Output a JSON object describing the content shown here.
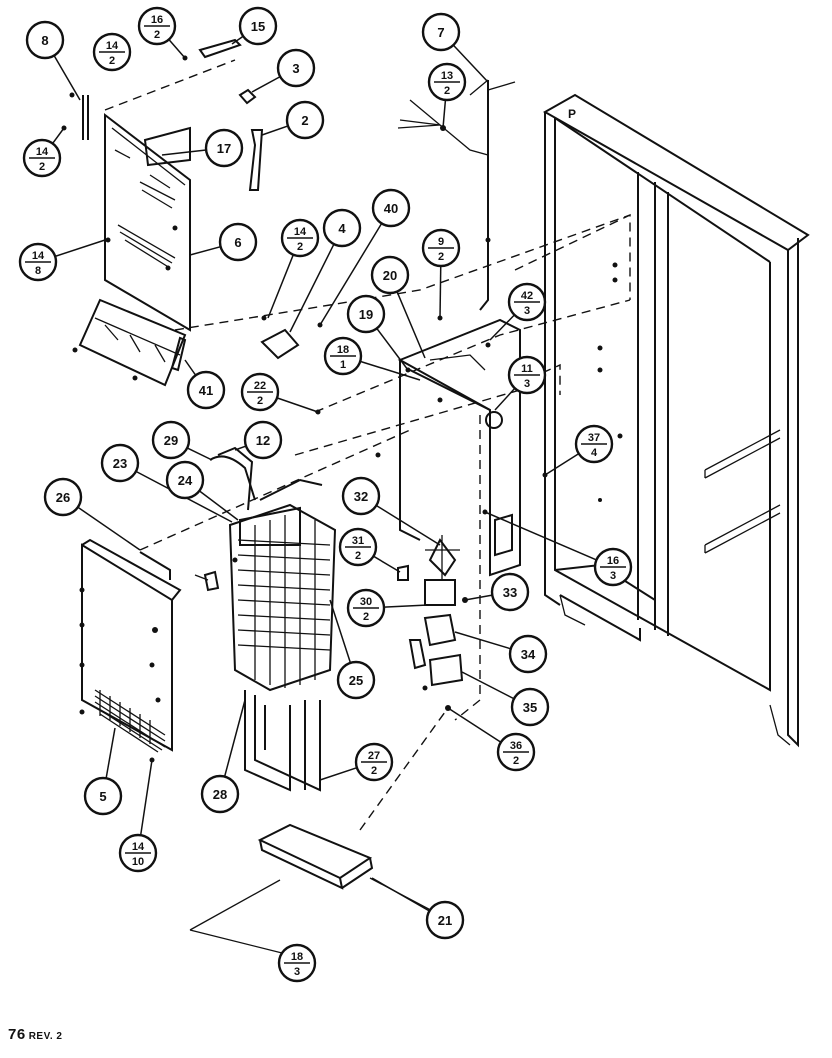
{
  "diagram": {
    "footer": {
      "page": "76",
      "revision": "REV. 2"
    },
    "callouts": [
      {
        "id": "c8",
        "num": "8"
      },
      {
        "id": "c14-2-a",
        "num": "14",
        "sub": "2"
      },
      {
        "id": "c16-2",
        "num": "16",
        "sub": "2"
      },
      {
        "id": "c15",
        "num": "15"
      },
      {
        "id": "c3",
        "num": "3"
      },
      {
        "id": "c2",
        "num": "2"
      },
      {
        "id": "c17",
        "num": "17"
      },
      {
        "id": "c14-2-b",
        "num": "14",
        "sub": "2"
      },
      {
        "id": "c6",
        "num": "6"
      },
      {
        "id": "c14-8",
        "num": "14",
        "sub": "8"
      },
      {
        "id": "c41",
        "num": "41"
      },
      {
        "id": "c14-2-c",
        "num": "14",
        "sub": "2"
      },
      {
        "id": "c4",
        "num": "4"
      },
      {
        "id": "c40",
        "num": "40"
      },
      {
        "id": "c7",
        "num": "7"
      },
      {
        "id": "c13-2",
        "num": "13",
        "sub": "2"
      },
      {
        "id": "c9-2",
        "num": "9",
        "sub": "2"
      },
      {
        "id": "c20",
        "num": "20"
      },
      {
        "id": "c42-3",
        "num": "42",
        "sub": "3"
      },
      {
        "id": "c19",
        "num": "19"
      },
      {
        "id": "c18-1",
        "num": "18",
        "sub": "1"
      },
      {
        "id": "c11-3",
        "num": "11",
        "sub": "3"
      },
      {
        "id": "c22-2",
        "num": "22",
        "sub": "2"
      },
      {
        "id": "c37-4",
        "num": "37",
        "sub": "4"
      },
      {
        "id": "c29",
        "num": "29"
      },
      {
        "id": "c12",
        "num": "12"
      },
      {
        "id": "c23",
        "num": "23"
      },
      {
        "id": "c24",
        "num": "24"
      },
      {
        "id": "c26",
        "num": "26"
      },
      {
        "id": "c32",
        "num": "32"
      },
      {
        "id": "c31-2",
        "num": "31",
        "sub": "2"
      },
      {
        "id": "c16-3",
        "num": "16",
        "sub": "3"
      },
      {
        "id": "c33",
        "num": "33"
      },
      {
        "id": "c30-2",
        "num": "30",
        "sub": "2"
      },
      {
        "id": "c34",
        "num": "34"
      },
      {
        "id": "c25",
        "num": "25"
      },
      {
        "id": "c35",
        "num": "35"
      },
      {
        "id": "c36-2",
        "num": "36",
        "sub": "2"
      },
      {
        "id": "c27-2",
        "num": "27",
        "sub": "2"
      },
      {
        "id": "c5",
        "num": "5"
      },
      {
        "id": "c28",
        "num": "28"
      },
      {
        "id": "c14-10",
        "num": "14",
        "sub": "10"
      },
      {
        "id": "c21",
        "num": "21"
      },
      {
        "id": "c18-3",
        "num": "18",
        "sub": "3"
      }
    ],
    "cabinet_mark": "P"
  }
}
